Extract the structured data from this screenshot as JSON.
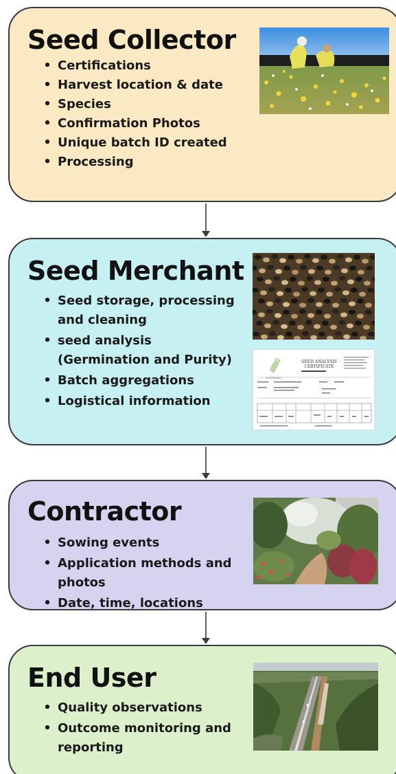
{
  "stages": [
    {
      "id": "seed-collector",
      "title": "Seed Collector",
      "color": "#fbe9c3",
      "items": [
        "Certifications",
        "Harvest location & date",
        "Species",
        "Confirmation Photos",
        "Unique batch ID created",
        "Processing"
      ],
      "photo": "seed-collection-field-photo"
    },
    {
      "id": "seed-merchant",
      "title": "Seed Merchant",
      "color": "#c7f0f3",
      "items": [
        "Seed storage, processing and cleaning",
        "seed analysis (Germination and Purity)",
        "Batch aggregations",
        "Logistical information"
      ],
      "photo": "seed-closeup-photo",
      "document": {
        "name": "seed-analysis-certificate",
        "title": "SEED ANALYSIS CERTIFICATE"
      }
    },
    {
      "id": "contractor",
      "title": "Contractor",
      "color": "#d5d3f0",
      "items": [
        "Sowing events",
        "Application methods and photos",
        "Date, time, locations"
      ],
      "photo": "native-vegetation-photo"
    },
    {
      "id": "end-user",
      "title": "End User",
      "color": "#dcf0cc",
      "items": [
        "Quality observations",
        "Outcome monitoring and reporting"
      ],
      "photo": "highway-aerial-photo"
    }
  ],
  "colors": {
    "border": "#3a3a3a",
    "arrow": "#3a3a3a"
  }
}
